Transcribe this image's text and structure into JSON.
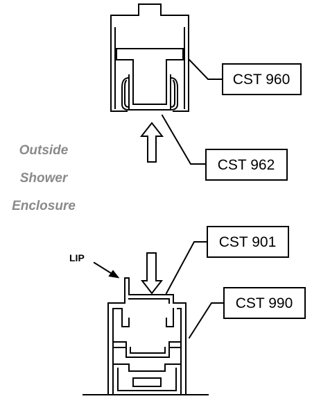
{
  "callouts": {
    "cst_960": "CST 960",
    "cst_962": "CST 962",
    "cst_901": "CST 901",
    "cst_990": "CST 990"
  },
  "side_note": {
    "line1": "Outside",
    "line2": "Shower",
    "line3": "Enclosure"
  },
  "lip_label": "LIP",
  "colors": {
    "line": "#000000",
    "side_note_text": "#8a8a8a",
    "background": "#ffffff"
  }
}
